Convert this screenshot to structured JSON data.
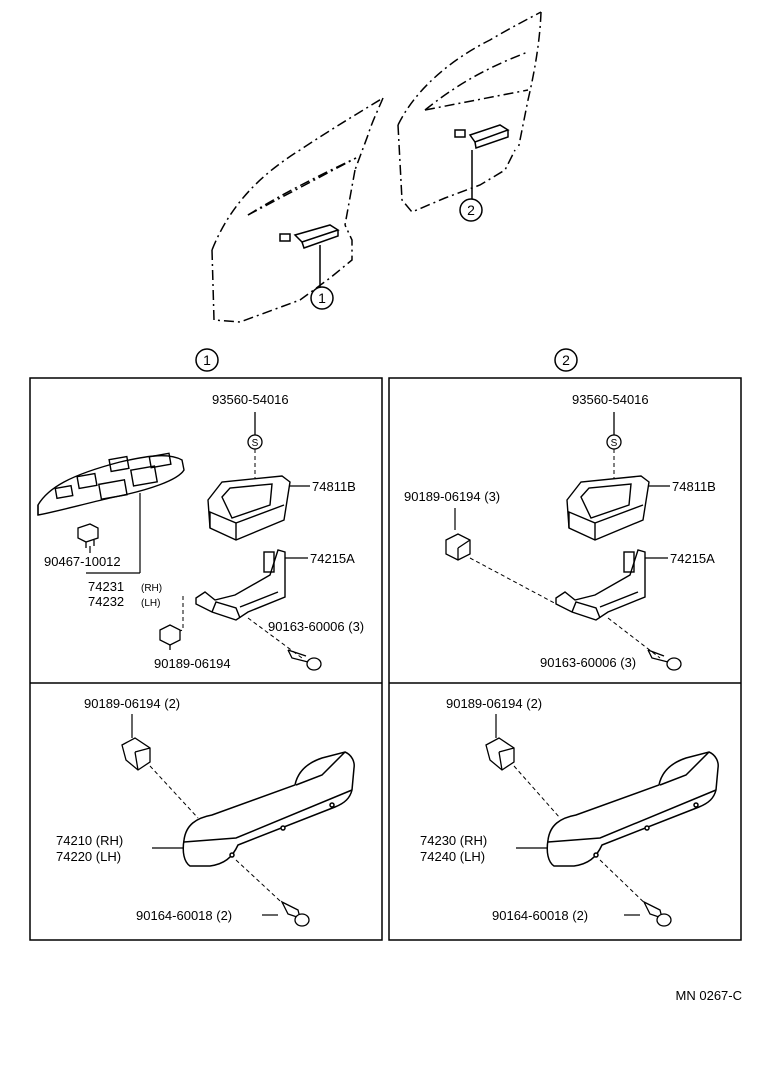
{
  "callouts": {
    "one": "1",
    "two": "2"
  },
  "panel_1": {
    "top": {
      "screw_cap": "93560-54016",
      "screw_cap_symbol": "S",
      "bezel": "74811B",
      "bracket": "74215A",
      "switch_clip": "90467-10012",
      "switch_rh": "74231",
      "switch_rh_suffix": "(RH)",
      "switch_lh": "74232",
      "switch_lh_suffix": "(LH)",
      "screw": "90163-60006 (3)",
      "clip": "90189-06194"
    },
    "bottom": {
      "clip": "90189-06194 (2)",
      "armrest_rh": "74210 (RH)",
      "armrest_lh": "74220 (LH)",
      "screw": "90164-60018 (2)"
    }
  },
  "panel_2": {
    "top": {
      "screw_cap": "93560-54016",
      "screw_cap_symbol": "S",
      "bezel": "74811B",
      "bracket": "74215A",
      "clip": "90189-06194 (3)",
      "screw": "90163-60006 (3)"
    },
    "bottom": {
      "clip": "90189-06194 (2)",
      "armrest_rh": "74230 (RH)",
      "armrest_lh": "74240 (LH)",
      "screw": "90164-60018 (2)"
    }
  },
  "footer": {
    "code": "MN 0267-C"
  }
}
